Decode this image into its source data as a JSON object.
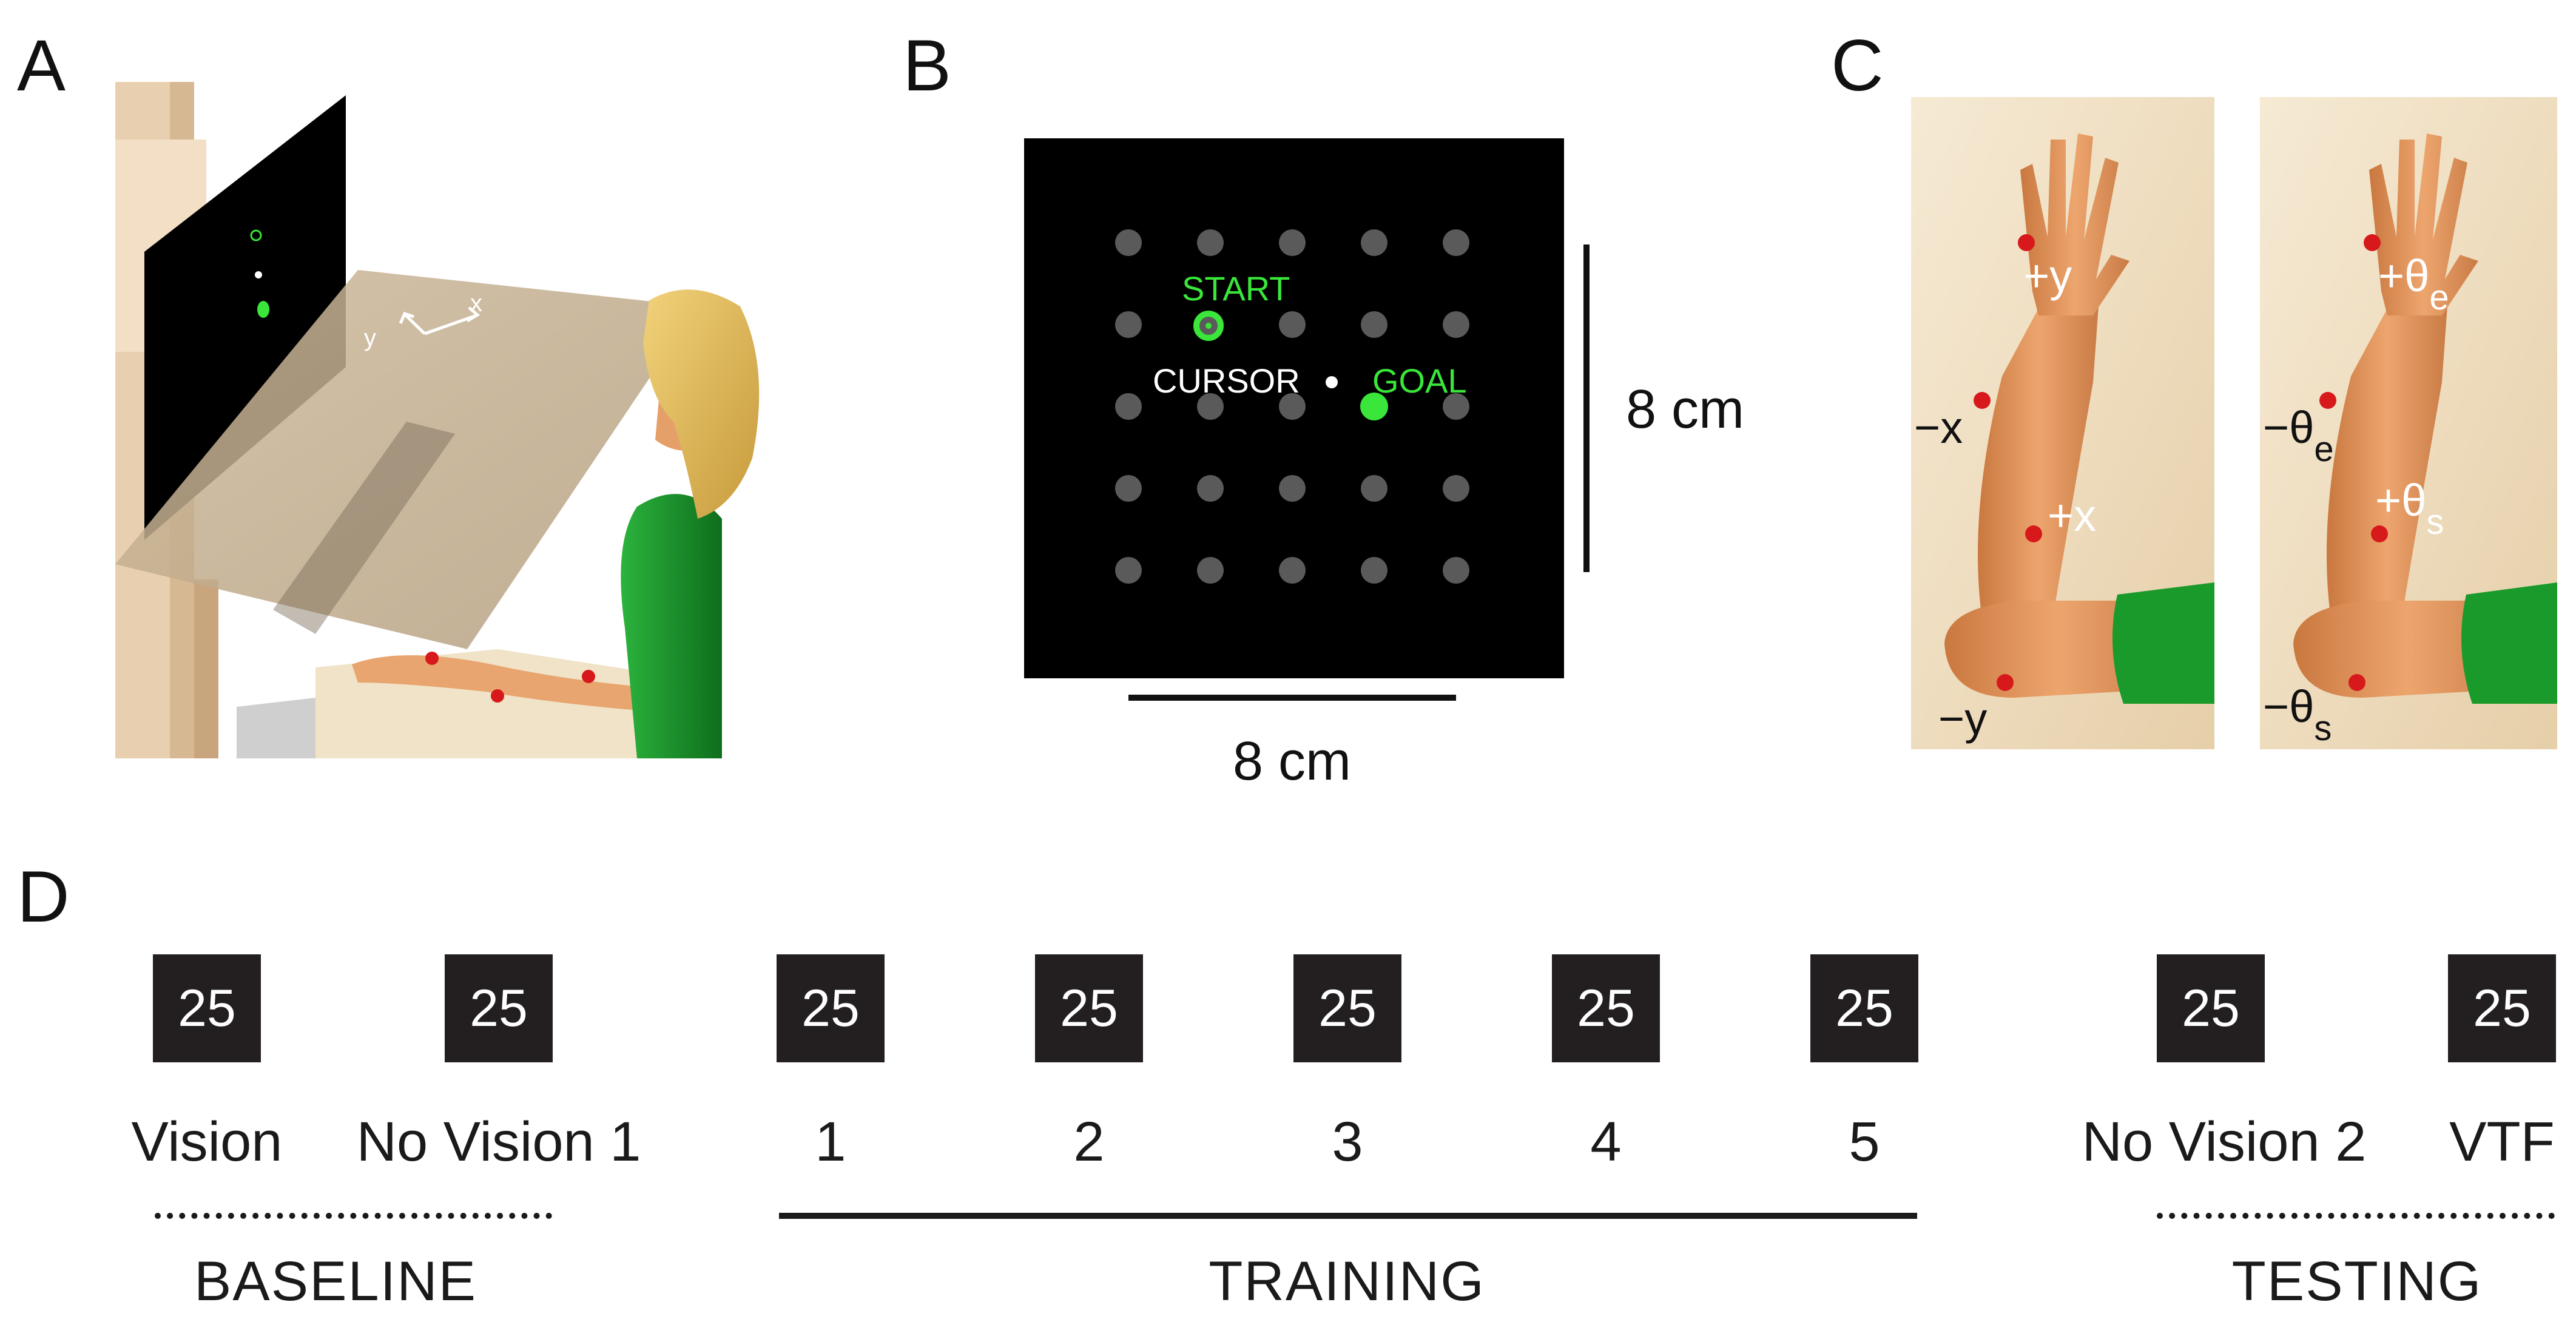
{
  "panels": {
    "a": {
      "letter": "A",
      "axis_x": "x",
      "axis_y": "y"
    },
    "b": {
      "letter": "B",
      "start_label": "START",
      "cursor_label": "CURSOR",
      "goal_label": "GOAL",
      "vertical_scale": "8 cm",
      "horizontal_scale": "8 cm"
    },
    "c": {
      "letter": "C",
      "left_arm": {
        "plus_y": "+y",
        "minus_x": "−x",
        "plus_x": "+x",
        "minus_y": "−y"
      },
      "right_arm": {
        "plus_theta_e": "+θ",
        "minus_theta_e": "−θ",
        "plus_theta_s": "+θ",
        "minus_theta_s": "−θ",
        "sub_e": "e",
        "sub_s": "s"
      }
    },
    "d": {
      "letter": "D",
      "blocks": [
        {
          "count": "25",
          "label": "Vision"
        },
        {
          "count": "25",
          "label": "No Vision 1"
        },
        {
          "count": "25",
          "label": "1"
        },
        {
          "count": "25",
          "label": "2"
        },
        {
          "count": "25",
          "label": "3"
        },
        {
          "count": "25",
          "label": "4"
        },
        {
          "count": "25",
          "label": "5"
        },
        {
          "count": "25",
          "label": "No Vision 2"
        },
        {
          "count": "25",
          "label": "VTF"
        }
      ],
      "groups": {
        "baseline": "BASELINE",
        "training": "TRAINING",
        "testing": "TESTING"
      }
    }
  },
  "colors": {
    "green": "#39e639",
    "grid_dot": "#5a5a5a",
    "marker_red": "#d7191c",
    "shirt_green": "#1a9a2a",
    "skin": "#d9925a"
  }
}
